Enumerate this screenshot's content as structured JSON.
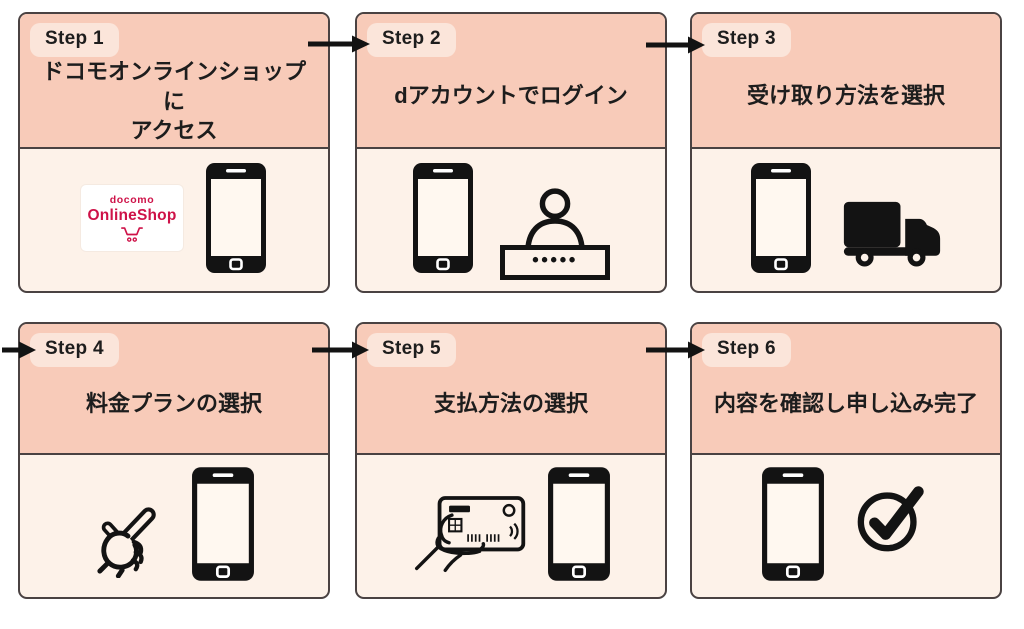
{
  "colors": {
    "page_bg": "#ffffff",
    "card_header_bg": "#f8cbb9",
    "card_body_bg": "#fdf2e9",
    "badge_bg": "#fbe5da",
    "card_border": "#4a4242",
    "text": "#1d1d1d",
    "icon_black": "#131313",
    "logo_red": "#ce1248"
  },
  "steps": [
    {
      "badge": "Step 1",
      "title": "ドコモオンラインショップに\nアクセス",
      "icons": [
        "docomo-onlineshop-logo",
        "smartphone-icon"
      ]
    },
    {
      "badge": "Step 2",
      "title": "dアカウントでログイン",
      "icons": [
        "smartphone-icon",
        "user-password-icon"
      ]
    },
    {
      "badge": "Step 3",
      "title": "受け取り方法を選択",
      "icons": [
        "smartphone-icon",
        "delivery-truck-icon"
      ]
    },
    {
      "badge": "Step 4",
      "title": "料金プランの選択",
      "icons": [
        "pointing-hand-icon",
        "smartphone-icon"
      ]
    },
    {
      "badge": "Step 5",
      "title": "支払方法の選択",
      "icons": [
        "credit-card-hand-icon",
        "smartphone-icon"
      ]
    },
    {
      "badge": "Step 6",
      "title": "内容を確認し申し込み完了",
      "icons": [
        "smartphone-icon",
        "check-circle-icon"
      ]
    }
  ],
  "logo": {
    "brand": "docomo",
    "name": "OnlineShop"
  },
  "password_dots": "•••••",
  "arrows": [
    "step1-to-step2",
    "step2-to-step3",
    "into-step4",
    "step4-to-step5",
    "step5-to-step6"
  ]
}
